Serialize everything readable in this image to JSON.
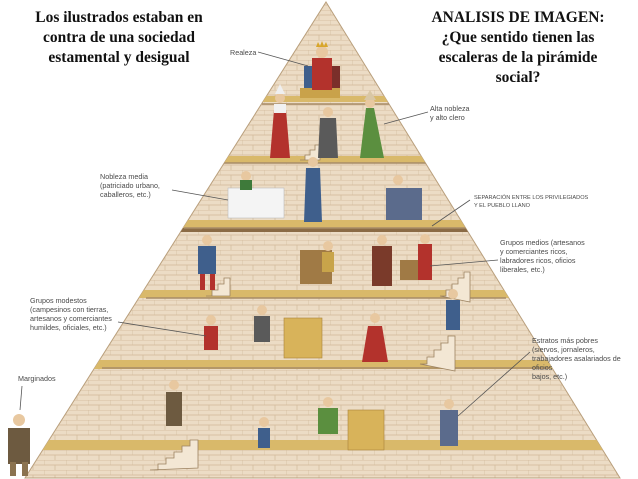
{
  "left_heading": "Los ilustrados estaban en contra de una sociedad estamental y desigual",
  "right_heading_lines": [
    "ANALISIS DE IMAGEN:",
    "¿Que sentido tienen las",
    "escaleras de la pirámide",
    "social?"
  ],
  "labels": {
    "realeza": "Realeza",
    "alta_nobleza": "Alta nobleza\ny alto clero",
    "nobleza_media": "Nobleza media\n(patriciado urbano,\ncaballeros, etc.)",
    "separacion": "SEPARACIÓN ENTRE LOS PRIVILEGIADOS\nY EL PUEBLO LLANO",
    "grupos_medios": "Grupos medios (artesanos\ny comerciantes ricos,\nlabradores ricos, oficios\nliberales, etc.)",
    "grupos_modestos": "Grupos modestos\n(campesinos con tierras,\nartesanos y comerciantes\nhumildes, oficiales, etc.)",
    "estratos_pobres": "Estratos más pobres\n(siervos, jornaleros,\ntrabajadores asalariados de oficios\nbajos, etc.)",
    "marginados": "Marginados"
  },
  "colors": {
    "brick": "#ead7bf",
    "brick_line": "#cdb394",
    "floor": "#d9b96a",
    "red": "#b3322c",
    "blue": "#3f5f8c",
    "green": "#5b8f3f"
  }
}
